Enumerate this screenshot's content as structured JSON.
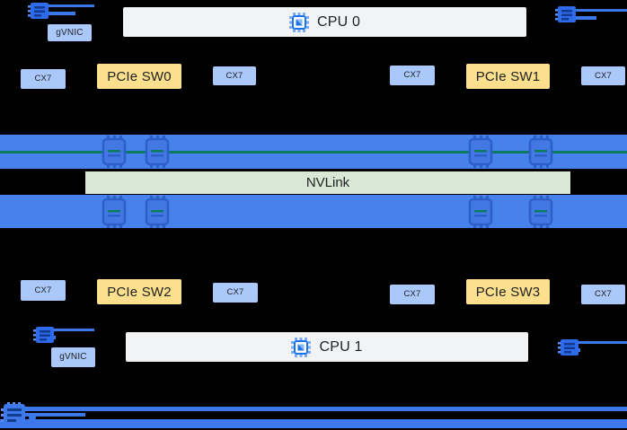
{
  "colors": {
    "band_blue": "#4781ec",
    "box_blue": "#abc8fa",
    "box_yellow": "#fce08d",
    "box_gray": "#f1f3f4",
    "nvlink_green": "#d9e8d5",
    "teal": "#0c7a61",
    "line_blue": "#3d78ea",
    "text_dark": "#202124"
  },
  "cpus": [
    {
      "label": "CPU 0"
    },
    {
      "label": "CPU 1"
    }
  ],
  "pcie_switches": [
    {
      "label": "PCIe SW0"
    },
    {
      "label": "PCIe SW1"
    },
    {
      "label": "PCIe SW2"
    },
    {
      "label": "PCIe SW3"
    }
  ],
  "cx7_nics": [
    {
      "label": "CX7"
    },
    {
      "label": "CX7"
    },
    {
      "label": "CX7"
    },
    {
      "label": "CX7"
    },
    {
      "label": "CX7"
    },
    {
      "label": "CX7"
    },
    {
      "label": "CX7"
    },
    {
      "label": "CX7"
    }
  ],
  "gvnics": [
    {
      "label": "gVNIC"
    },
    {
      "label": "gVNIC"
    }
  ],
  "nvlink": {
    "label": "NVLink"
  },
  "gpu_bands": [
    {
      "name": "gpu-band-top",
      "gpu_icon_count": 4
    },
    {
      "name": "gpu-band-bottom",
      "gpu_icon_count": 4
    }
  ],
  "icons": {
    "cpu": "cpu-chip-icon",
    "gpu": "gpu-chip-icon",
    "network": "network-chip-icon"
  }
}
